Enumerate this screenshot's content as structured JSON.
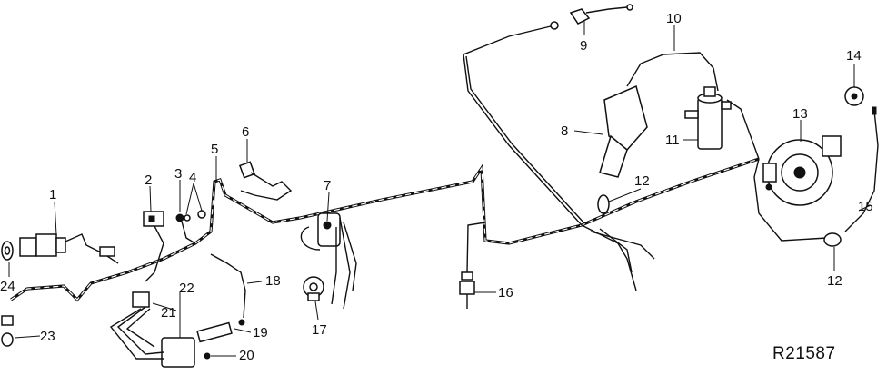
{
  "figure": {
    "reference": "R21587"
  },
  "callouts": [
    {
      "id": "c1",
      "label": "1"
    },
    {
      "id": "c2",
      "label": "2"
    },
    {
      "id": "c3",
      "label": "3"
    },
    {
      "id": "c4",
      "label": "4"
    },
    {
      "id": "c5",
      "label": "5"
    },
    {
      "id": "c6",
      "label": "6"
    },
    {
      "id": "c7",
      "label": "7"
    },
    {
      "id": "c8",
      "label": "8"
    },
    {
      "id": "c9",
      "label": "9"
    },
    {
      "id": "c10",
      "label": "10"
    },
    {
      "id": "c11",
      "label": "11"
    },
    {
      "id": "c12a",
      "label": "12"
    },
    {
      "id": "c12b",
      "label": "12"
    },
    {
      "id": "c13",
      "label": "13"
    },
    {
      "id": "c14",
      "label": "14"
    },
    {
      "id": "c15",
      "label": "15"
    },
    {
      "id": "c16",
      "label": "16"
    },
    {
      "id": "c17",
      "label": "17"
    },
    {
      "id": "c18",
      "label": "18"
    },
    {
      "id": "c19",
      "label": "19"
    },
    {
      "id": "c20",
      "label": "20"
    },
    {
      "id": "c21",
      "label": "21"
    },
    {
      "id": "c22",
      "label": "22"
    },
    {
      "id": "c23",
      "label": "23"
    },
    {
      "id": "c24",
      "label": "24"
    }
  ]
}
